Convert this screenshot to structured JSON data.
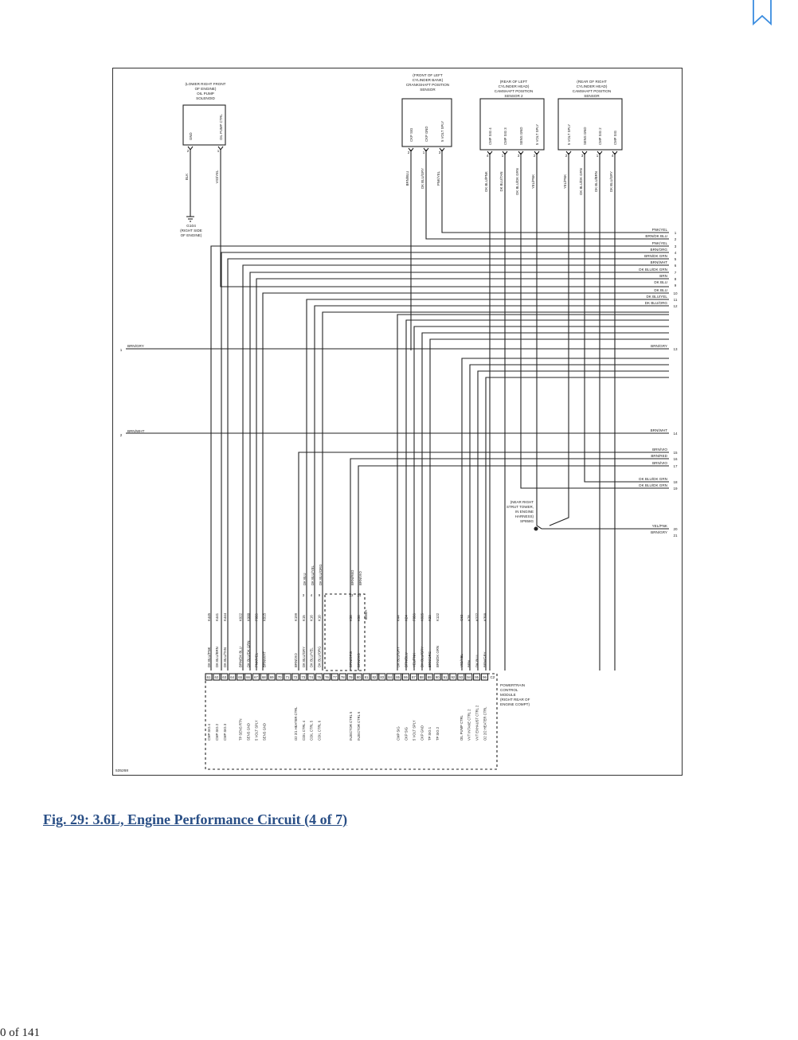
{
  "page": {
    "caption": "Fig. 29: 3.6L, Engine Performance Circuit (4 of 7)",
    "page_number": "0 of 141",
    "diagram_id": "535268",
    "bookmark_icon": "bookmark-icon"
  },
  "components": {
    "oil_pump": {
      "lines": [
        "(LOWER RIGHT FRONT",
        "OF ENGINE)",
        "OIL PUMP",
        "SOLENOID"
      ],
      "pins": [
        "GND",
        "OIL PUMP CTRL"
      ],
      "pin_nums": [
        "2",
        "1"
      ],
      "wires": [
        "BLK",
        "VIO/YEL"
      ]
    },
    "ckp": {
      "lines": [
        "(FRONT OF LEFT",
        "CYLINDER BANK)",
        "CRANKSHAFT POSITION",
        "SENSOR"
      ],
      "pins": [
        "CKP SIG",
        "CKP GND",
        "5 VOLT SPLY"
      ],
      "pin_nums": [
        "2",
        "1",
        "3"
      ],
      "wires": [
        "BRN/BLU",
        "DK BLU/GRY",
        "PNK/YEL"
      ]
    },
    "cmp_left": {
      "lines": [
        "(REAR OF LEFT",
        "CYLINDER HEAD)",
        "CAMSHAFT POSITION",
        "SENSOR 2"
      ],
      "pins": [
        "CMP SIG 4",
        "CMP SIG 3",
        "SENS GND",
        "5 VOLT SPLY"
      ],
      "pin_nums": [
        "4",
        "1",
        "3",
        "2"
      ],
      "wires": [
        "DK BLU/PNK",
        "DK BLU/TAN",
        "DK BLU/DK GRN",
        "YEL/PNK"
      ]
    },
    "cmp_right": {
      "lines": [
        "(REAR OF RIGHT",
        "CYLINDER HEAD)",
        "CAMSHAFT POSITION",
        "SENSOR"
      ],
      "pins": [
        "5 VOLT SPLY",
        "SENS GND",
        "CMP SIG 2",
        "CMP SIG"
      ],
      "pin_nums": [
        "2",
        "3",
        "1",
        "4"
      ],
      "wires": [
        "YEL/PNK",
        "DK BLU/DK GRN",
        "DK BLU/BRN",
        "DK BLU/GRY"
      ]
    }
  },
  "ground": {
    "id": "G104",
    "lines": [
      "(RIGHT SIDE",
      "OF ENGINE)"
    ]
  },
  "splice": {
    "lines": [
      "(NEAR RIGHT",
      "STRUT TOWER,",
      "IN ENGINE",
      "HARNESS)",
      "SP858G"
    ]
  },
  "pcm": {
    "lines": [
      "POWERTRAIN",
      "CONTROL",
      "MODULE",
      "(RIGHT REAR OF",
      "ENGINE COMPT)"
    ],
    "connector": "C2",
    "subconn": "8000A"
  },
  "right_labels": [
    [
      "PNK/YEL",
      "1"
    ],
    [
      "BRN/DK BLU",
      "2"
    ],
    [
      "PNK/YEL",
      "3"
    ],
    [
      "BRN/ORG",
      "4"
    ],
    [
      "BRN/DK GRN",
      "5"
    ],
    [
      "BRN/WHT",
      "6"
    ],
    [
      "DK BLU/DK GRN",
      "7"
    ],
    [
      "BRN",
      "8"
    ],
    [
      "DK BLU",
      "9"
    ],
    [
      "DK BLU",
      "10"
    ],
    [
      "DK BLU/YEL",
      "11"
    ],
    [
      "DK BLU/ORG",
      "12"
    ],
    [
      "BRN/GRY",
      "13"
    ],
    [
      "BRN/WHT",
      "14"
    ],
    [
      "BRN/VIO",
      "15"
    ],
    [
      "BRN/RED",
      "16"
    ],
    [
      "BRN/VIO",
      "17"
    ],
    [
      "DK BLU/DK GRN",
      "18"
    ],
    [
      "DK BLU/DK GRN",
      "19"
    ],
    [
      "YEL/PNK",
      "20"
    ],
    [
      "BRN/GRY",
      "21"
    ]
  ],
  "left_labels": [
    [
      "1",
      "BRN/GRY"
    ],
    [
      "2",
      "BRN/WHT"
    ]
  ],
  "pcm_pins": [
    [
      "61",
      "DK BLU/PNK",
      "K445",
      "CMP SIG 4"
    ],
    [
      "62",
      "DK BLU/BRN",
      "K441",
      "CMP SIG 2"
    ],
    [
      "63",
      "DK BLU/TAN",
      "K444",
      "CMP SIG 3"
    ],
    [
      "64",
      "",
      "",
      ""
    ],
    [
      "65",
      "BRN/DK BLU",
      "K922",
      "TP SENS RTN"
    ],
    [
      "66",
      "DK BLU/DK GRN",
      "K900",
      "SENS GND"
    ],
    [
      "67",
      "PNK/YEL",
      "F855",
      "5 VOLT SPLY"
    ],
    [
      "68",
      "BRN/WHT",
      "K915",
      "SENS GND"
    ],
    [
      "69",
      "",
      "",
      ""
    ],
    [
      "70",
      "",
      "",
      ""
    ],
    [
      "71",
      "",
      "",
      ""
    ],
    [
      "72",
      "BRN/VIO",
      "K199",
      "O2 2/1 HEATER CTRL"
    ],
    [
      "73",
      "DK BLU/GRY",
      "K15",
      "COIL CTRL 4"
    ],
    [
      "74",
      "DK BLU/YEL",
      "K16",
      "COIL CTRL 5"
    ],
    [
      "75",
      "DK BLU/ORG",
      "K10",
      "COIL CTRL 6"
    ],
    [
      "76",
      "",
      "",
      ""
    ],
    [
      "77",
      "",
      "",
      ""
    ],
    [
      "78",
      "",
      "",
      ""
    ],
    [
      "79",
      "BRN/ORG",
      "K38",
      "INJECTOR CTRL 5"
    ],
    [
      "80",
      "BRN/VIO",
      "K58",
      "INJECTOR CTRL 6"
    ],
    [
      "81",
      "",
      "",
      ""
    ],
    [
      "82",
      "",
      "",
      ""
    ],
    [
      "83",
      "",
      "",
      ""
    ],
    [
      "84",
      "",
      "",
      ""
    ],
    [
      "85",
      "DK BLU/GRY",
      "K44",
      "CMP SIG"
    ],
    [
      "86",
      "BRN/BLU",
      "K24",
      "CKP SIG"
    ],
    [
      "87",
      "YEL/PNK",
      "F856",
      "5 VOLT SPLY"
    ],
    [
      "88",
      "DK BLU/GRY",
      "K925",
      "CKP GND"
    ],
    [
      "89",
      "BRN/ORG",
      "K22",
      "TP SIG 1"
    ],
    [
      "90",
      "BRN/DK GRN",
      "K122",
      "TP SIG 2"
    ],
    [
      "91",
      "",
      "",
      ""
    ],
    [
      "92",
      "",
      "",
      ""
    ],
    [
      "93",
      "VIO/YEL",
      "G62",
      "OIL PUMP CTRL"
    ],
    [
      "94",
      "BRN",
      "K78",
      "VVT INTAKE CTRL 2"
    ],
    [
      "95",
      "DK BLU",
      "K277",
      "VVT EXHAUST CTRL 2"
    ],
    [
      "96",
      "BRN/GRY",
      "K399",
      "O2 2/2 HEATER CTRL"
    ]
  ],
  "pcm_stub_labels": [
    [
      "3",
      "DK BLU"
    ],
    [
      "4",
      "DK BLU/YEL"
    ],
    [
      "9",
      "DK BLU/ORG"
    ],
    [
      "23",
      "BRN/RED"
    ],
    [
      "24",
      "BRN/VIO"
    ]
  ]
}
